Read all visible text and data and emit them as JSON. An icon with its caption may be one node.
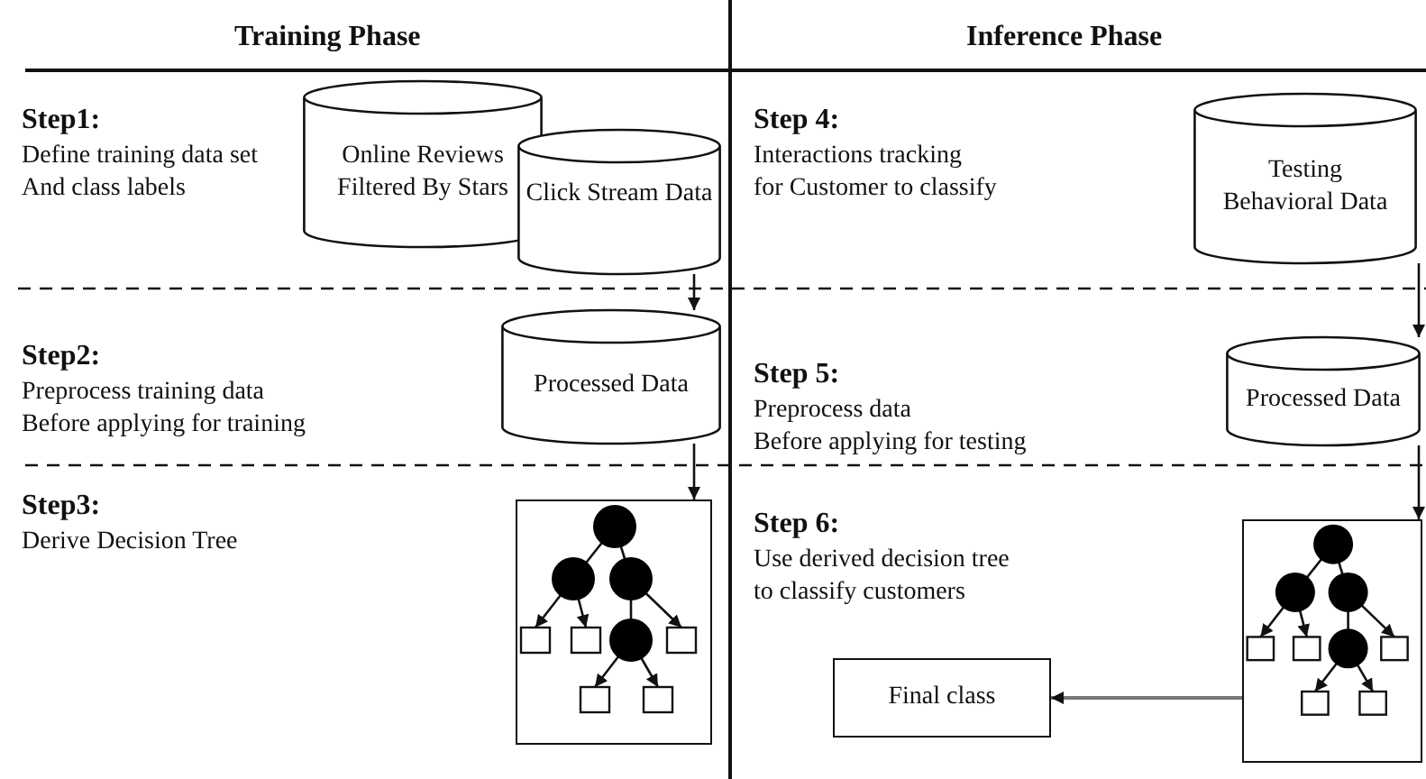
{
  "diagram": {
    "nodes": [
      {
        "text": [
          "Online Reviews Filtered By Stars"
        ]
      },
      {
        "text": [
          "Click Stream Data"
        ]
      },
      {
        "text": [
          "Processed Data"
        ]
      },
      {
        "text": [],
        "shape": "picture"
      },
      {
        "text": [
          "Testing Behavioral Data"
        ]
      },
      {
        "text": [
          "Processed Data"
        ]
      },
      {
        "text": [],
        "shape": "picture"
      },
      {
        "text": [
          "Final class"
        ]
      }
    ],
    "edges": [
      {
        "from": 1,
        "to": 2,
        "arrow": "to"
      },
      {
        "from": 2,
        "to": 3,
        "arrow": "to"
      },
      {
        "from": 4,
        "to": 5,
        "arrow": "to"
      },
      {
        "from": 5,
        "to": 6,
        "arrow": "to"
      },
      {
        "from": 6,
        "to": 7,
        "arrow": "to",
        "color": "#777777"
      }
    ],
    "labels": [
      "Training Phase",
      "Inference Phase",
      "Step1:",
      "Define training data set And class labels",
      "Step 4:",
      "Interactions tracking for Customer to classify",
      "Step2:",
      "Preprocess training data Before applying for training",
      "Step 5:",
      "Preprocess data Before applying for testing",
      "Step3:",
      "Derive Decision Tree",
      "Step 6:",
      "Use derived decision tree to classify customers"
    ]
  }
}
